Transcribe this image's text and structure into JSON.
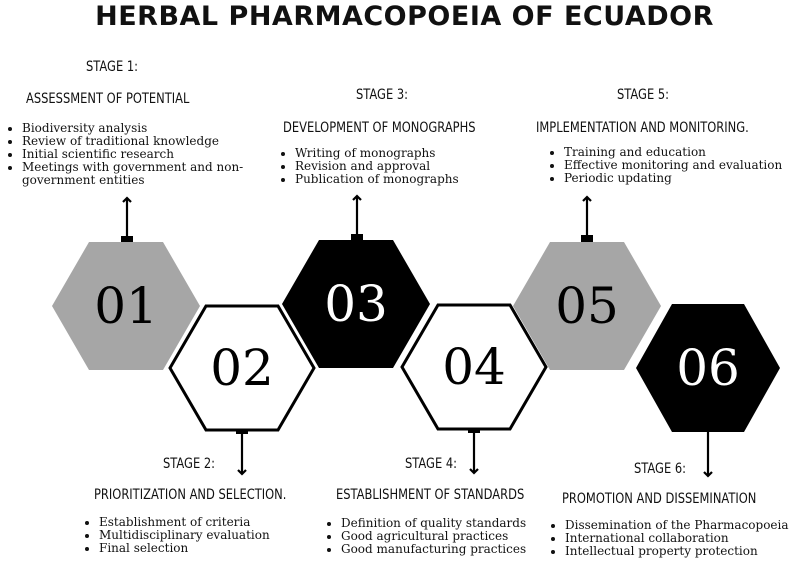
{
  "title": "HERBAL PHARMACOPOEIA OF ECUADOR",
  "colors": {
    "gray": "#a6a6a6",
    "black": "#000000",
    "white": "#ffffff",
    "stroke": "#000000"
  },
  "stages": [
    {
      "label": "STAGE 1:",
      "title": "ASSESSMENT OF POTENTIAL",
      "number": "01",
      "fill": "gray",
      "items": [
        "Biodiversity analysis",
        "Review of traditional knowledge",
        "Initial scientific research",
        "Meetings with government and non-government entities"
      ]
    },
    {
      "label": "STAGE 2:",
      "title": "PRIORITIZATION AND SELECTION.",
      "number": "02",
      "fill": "white",
      "items": [
        "Establishment of criteria",
        "Multidisciplinary evaluation",
        "Final selection"
      ]
    },
    {
      "label": "STAGE 3:",
      "title": "DEVELOPMENT OF MONOGRAPHS",
      "number": "03",
      "fill": "black",
      "items": [
        "Writing of monographs",
        "Revision and approval",
        "Publication of monographs"
      ]
    },
    {
      "label": "STAGE 4:",
      "title": "ESTABLISHMENT OF STANDARDS",
      "number": "04",
      "fill": "white",
      "items": [
        "Definition of quality standards",
        "Good agricultural practices",
        "Good manufacturing practices"
      ]
    },
    {
      "label": "STAGE 5:",
      "title": "IMPLEMENTATION AND MONITORING.",
      "number": "05",
      "fill": "gray",
      "items": [
        "Training and education",
        "Effective monitoring and evaluation",
        "Periodic updating"
      ]
    },
    {
      "label": "STAGE 6:",
      "title": "PROMOTION AND DISSEMINATION",
      "number": "06",
      "fill": "black",
      "items": [
        "Dissemination of the Pharmacopoeia",
        "International collaboration",
        "Intellectual property protection"
      ]
    }
  ]
}
